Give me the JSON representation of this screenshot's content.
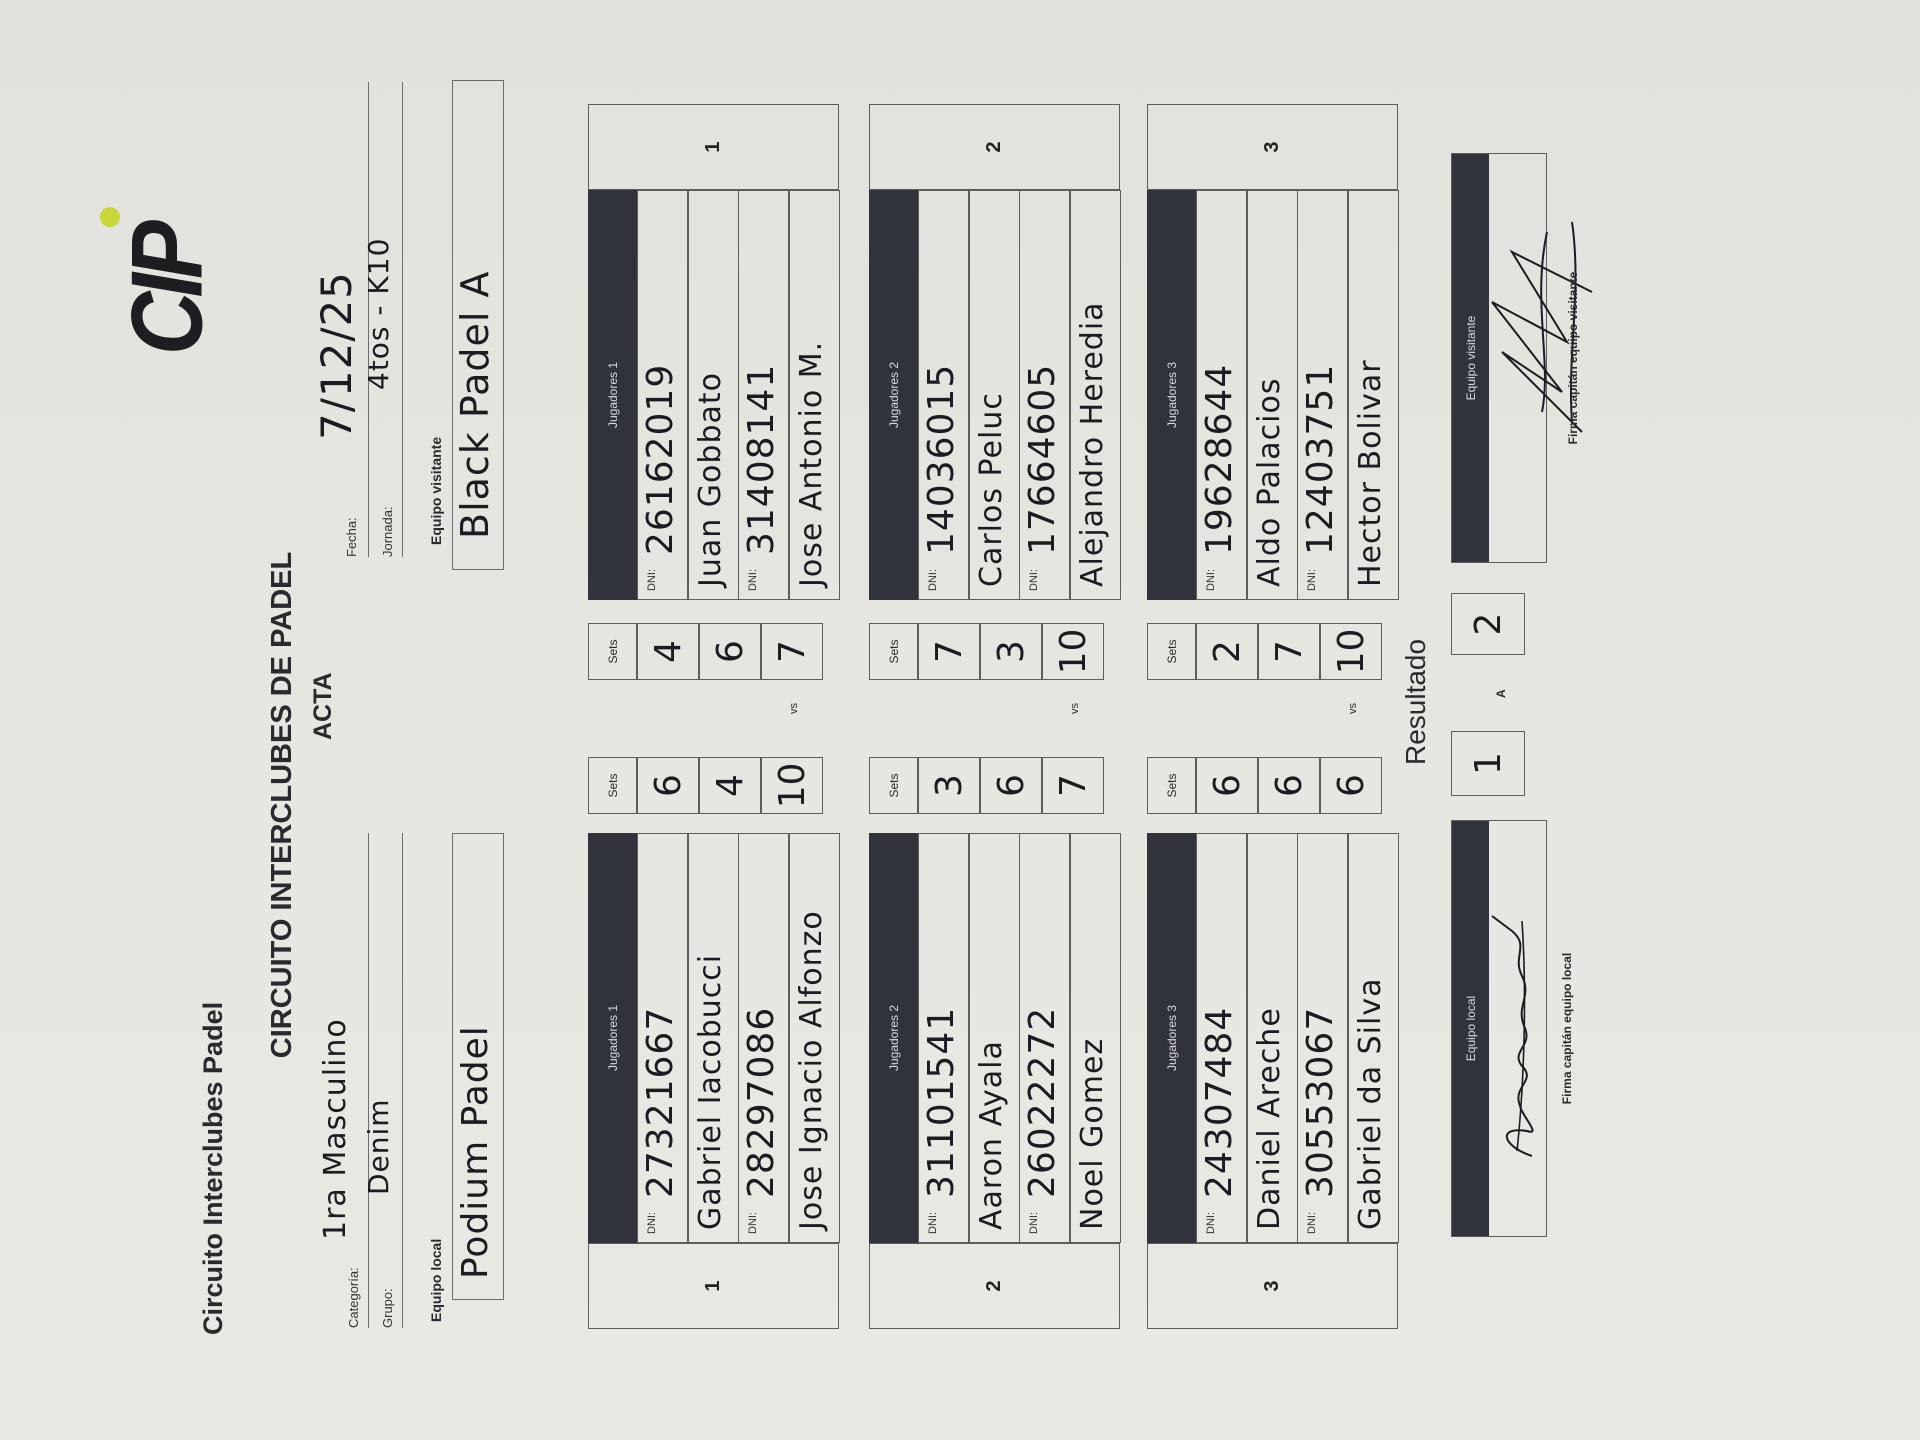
{
  "header": {
    "title": "Circuito Interclubes Padel",
    "main_title": "CIRCUITO INTERCLUBES DE PADEL",
    "subtitle": "ACTA",
    "logo_text": "CIP"
  },
  "fields": {
    "categoria_label": "Categoría:",
    "categoria_value": "1ra Masculino",
    "grupo_label": "Grupo:",
    "grupo_value": "Denim",
    "fecha_label": "Fecha:",
    "fecha_value": "7/12/25",
    "jornada_label": "Jornada:",
    "jornada_value": "4tos - K10",
    "equipo_local_label": "Equipo local",
    "equipo_local_value": "Podium Padel",
    "equipo_visitante_label": "Equipo visitante",
    "equipo_visitante_value": "Black Padel A"
  },
  "labels": {
    "dni": "DNI:",
    "sets": "Sets",
    "vs": "vs"
  },
  "matches": [
    {
      "number": "1",
      "local": {
        "header": "Jugadores 1",
        "dni1": "27321667",
        "name1": "Gabriel Iacobucci",
        "dni2": "28297086",
        "name2": "Jose Ignacio Alfonzo",
        "sets": [
          "6",
          "4",
          "10"
        ]
      },
      "visitor": {
        "header": "Jugadores 1",
        "dni1": "26162019",
        "name1": "Juan Gobbato",
        "dni2": "31408141",
        "name2": "Jose Antonio M.",
        "sets": [
          "4",
          "6",
          "7"
        ]
      }
    },
    {
      "number": "2",
      "local": {
        "header": "Jugadores 2",
        "dni1": "31101541",
        "name1": "Aaron Ayala",
        "dni2": "26022272",
        "name2": "Noel Gomez",
        "sets": [
          "3",
          "6",
          "7"
        ]
      },
      "visitor": {
        "header": "Jugadores 2",
        "dni1": "14036015",
        "name1": "Carlos Peluc",
        "dni2": "17664605",
        "name2": "Alejandro Heredia",
        "sets": [
          "7",
          "3",
          "10"
        ]
      }
    },
    {
      "number": "3",
      "local": {
        "header": "Jugadores 3",
        "dni1": "24307484",
        "name1": "Daniel Areche",
        "dni2": "30553067",
        "name2": "Gabriel da Silva",
        "sets": [
          "6",
          "6",
          "6"
        ]
      },
      "visitor": {
        "header": "Jugadores 3",
        "dni1": "19628644",
        "name1": "Aldo Palacios",
        "dni2": "12403751",
        "name2": "Hector Bolivar",
        "sets": [
          "2",
          "7",
          "10"
        ]
      }
    }
  ],
  "result": {
    "label": "Resultado",
    "local": "1",
    "separator": "A",
    "visitor": "2"
  },
  "signatures": {
    "local_header": "Equipo local",
    "local_caption": "Firma capitán equipo local",
    "visitor_header": "Equipo visitante",
    "visitor_caption": "Firma capitán equipo visitante"
  },
  "colors": {
    "header_band": "#30333b",
    "ink": "#1b1b22",
    "paper": "#e7e6e1",
    "logo_ball": "#c8d63a"
  }
}
